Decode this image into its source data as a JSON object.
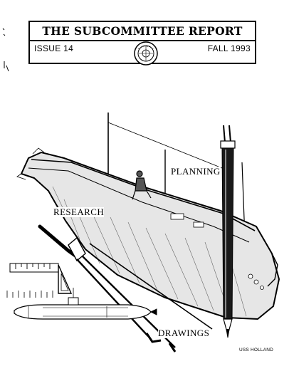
{
  "masthead": {
    "title": "THE SUBCOMMITTEE REPORT",
    "issue": "ISSUE 14",
    "season": "FALL 1993"
  },
  "illustration": {
    "labels": {
      "planning": "PLANNING",
      "research": "RESEARCH",
      "drawings": "DRAWINGS"
    },
    "caption": "USS HOLLAND"
  },
  "colors": {
    "ink": "#000000",
    "paper": "#ffffff",
    "hull_shade": "#e6e6e6"
  },
  "icons": [
    "seal-emblem-icon",
    "pencil-icon",
    "compass-icon",
    "ruler-icon",
    "triangle-icon"
  ]
}
